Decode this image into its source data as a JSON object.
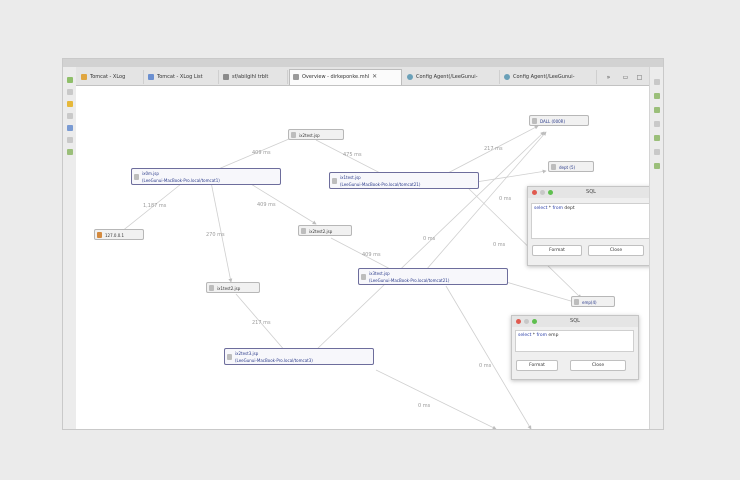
{
  "tabs": [
    {
      "label": "Tomcat - XLog",
      "icon_color": "#e0a640"
    },
    {
      "label": "Tomcat - XLog List",
      "icon_color": "#6b8fd0"
    },
    {
      "label": "sf/abilgihl trblt",
      "icon_color": "#8a8a8a"
    },
    {
      "label": "Overview - dirkeponke.mhl",
      "icon_color": "#9a9a9a",
      "active": true
    },
    {
      "label": "Config Agent(/LeeGunui-",
      "icon_color": "#6aa0b8"
    },
    {
      "label": "Config Agent(/LeeGunui-",
      "icon_color": "#6aa0b8"
    }
  ],
  "nodes": {
    "ix2test_top": "ix2test.jsp",
    "dall": "DALL (000R)",
    "ix0m_name": "ix0m.jsp",
    "ix0m_server": "(LeeGunui-MacBook-Pro.local/tomcat1)",
    "ix1test_name": "ix1test.jsp",
    "ix1test_server": "(LeeGunui-MacBook-Pro.local/tomcat21)",
    "dept": "dept (5)",
    "ip": "127.0.0.1",
    "ix2test_mid": "ix2test2.jsp",
    "ix3test_name": "ix3test.jsp",
    "ix3test_server": "(LeeGunui-MacBook-Pro.local/tomcat21)",
    "ix1test_left": "ix1test2.jsp",
    "emp": "emp(4)",
    "ix2test_bottom_name": "ix2test3.jsp",
    "ix2test_bottom_server": "(LeeGunui-MacBook-Pro.local/tomcat3)"
  },
  "edge_labels": {
    "e1": "409 ms",
    "e2": "475 ms",
    "e3": "217 ms",
    "e4": "1,187 ms",
    "e5": "409 ms",
    "e6": "0 ms",
    "e7": "270 ms",
    "e8": "409 ms",
    "e9": "0 ms",
    "e10": "0 ms",
    "e11": "217 ms",
    "e12": "0 ms",
    "e13": "0 ms"
  },
  "sql1": {
    "title": "SQL",
    "kw1": "select",
    "mid": " * ",
    "kw2": "from",
    "table": " dept",
    "format_label": "Format",
    "close_label": "Close"
  },
  "sql2": {
    "title": "SQL",
    "kw1": "select",
    "mid": " * ",
    "kw2": "from",
    "table": " emp",
    "format_label": "Format",
    "close_label": "Close"
  },
  "tab_close_glyph": "✕"
}
